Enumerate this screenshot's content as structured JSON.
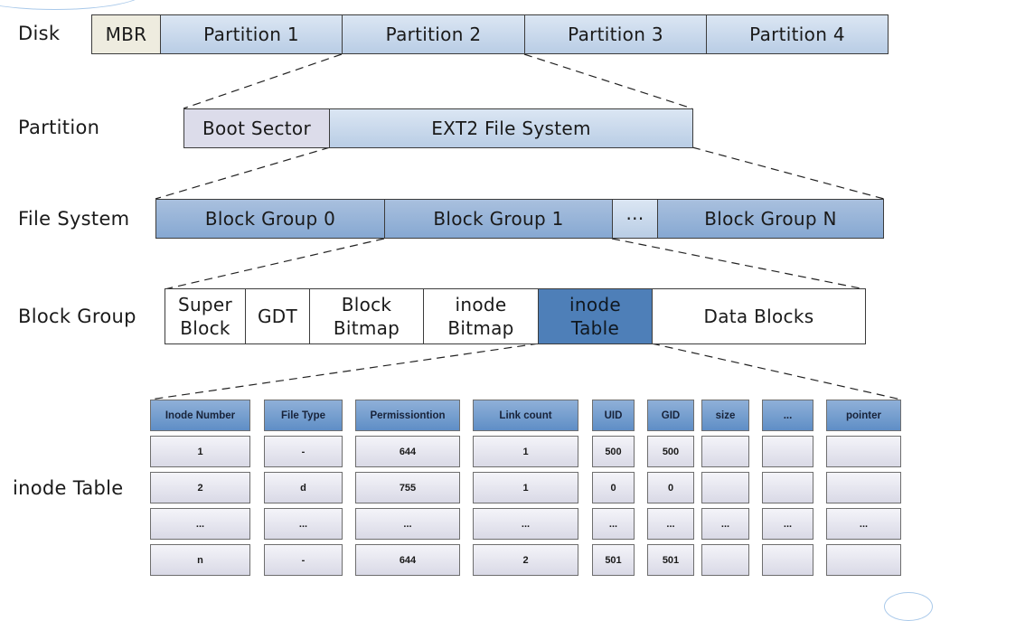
{
  "disk": {
    "label": "Disk",
    "segments": [
      "MBR",
      "Partition 1",
      "Partition 2",
      "Partition 3",
      "Partition 4"
    ]
  },
  "partition": {
    "label": "Partition",
    "segments": [
      "Boot Sector",
      "EXT2 File System"
    ]
  },
  "file_system": {
    "label": "File System",
    "segments": [
      "Block Group 0",
      "Block Group 1",
      "···",
      "Block Group N"
    ]
  },
  "block_group": {
    "label": "Block Group",
    "segments": [
      "Super\nBlock",
      "GDT",
      "Block\nBitmap",
      "inode\nBitmap",
      "inode\nTable",
      "Data Blocks"
    ]
  },
  "inode_table": {
    "label": "inode Table",
    "headers": [
      "Inode Number",
      "File Type",
      "Permissiontion",
      "Link count",
      "UID",
      "GID",
      "size",
      "...",
      "pointer"
    ],
    "rows": [
      [
        "1",
        "-",
        "644",
        "1",
        "500",
        "500",
        "",
        "",
        ""
      ],
      [
        "2",
        "d",
        "755",
        "1",
        "0",
        "0",
        "",
        "",
        ""
      ],
      [
        "...",
        "...",
        "...",
        "...",
        "...",
        "...",
        "...",
        "...",
        "..."
      ],
      [
        "n",
        "-",
        "644",
        "2",
        "501",
        "501",
        "",
        "",
        ""
      ]
    ]
  },
  "colors": {
    "segment_fill": "#c9d9ec",
    "highlight_fill": "#4e7fb8",
    "mbr_fill": "#eeecdf",
    "border": "#3c3c3c",
    "connector": "#222222"
  }
}
